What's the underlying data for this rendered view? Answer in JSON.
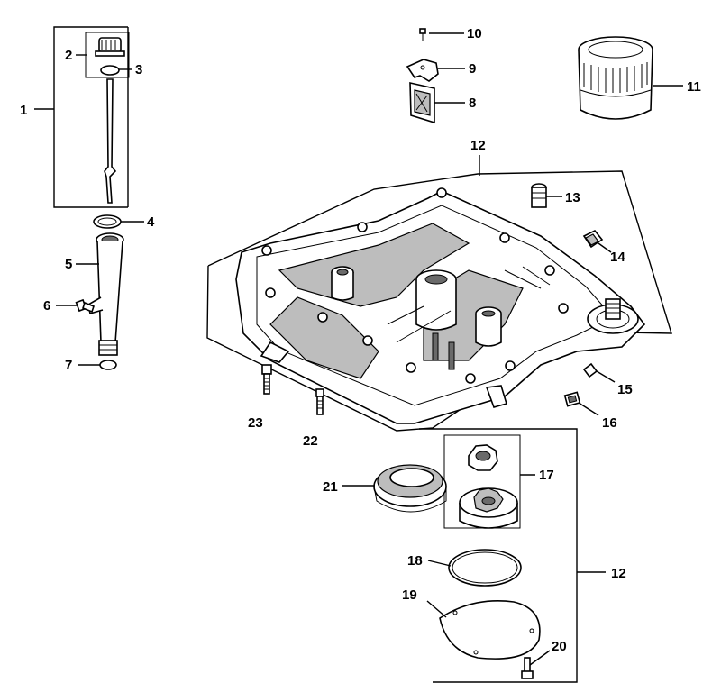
{
  "callouts": [
    {
      "id": "1",
      "text": "1"
    },
    {
      "id": "2",
      "text": "2"
    },
    {
      "id": "3",
      "text": "3"
    },
    {
      "id": "4",
      "text": "4"
    },
    {
      "id": "5",
      "text": "5"
    },
    {
      "id": "6",
      "text": "6"
    },
    {
      "id": "7",
      "text": "7"
    },
    {
      "id": "8",
      "text": "8"
    },
    {
      "id": "9",
      "text": "9"
    },
    {
      "id": "10",
      "text": "10"
    },
    {
      "id": "11",
      "text": "11"
    },
    {
      "id": "12a",
      "text": "12"
    },
    {
      "id": "12b",
      "text": "12"
    },
    {
      "id": "13",
      "text": "13"
    },
    {
      "id": "14",
      "text": "14"
    },
    {
      "id": "15",
      "text": "15"
    },
    {
      "id": "16",
      "text": "16"
    },
    {
      "id": "17",
      "text": "17"
    },
    {
      "id": "18",
      "text": "18"
    },
    {
      "id": "19",
      "text": "19"
    },
    {
      "id": "20",
      "text": "20"
    },
    {
      "id": "21",
      "text": "21"
    },
    {
      "id": "22",
      "text": "22"
    },
    {
      "id": "23",
      "text": "23"
    }
  ]
}
